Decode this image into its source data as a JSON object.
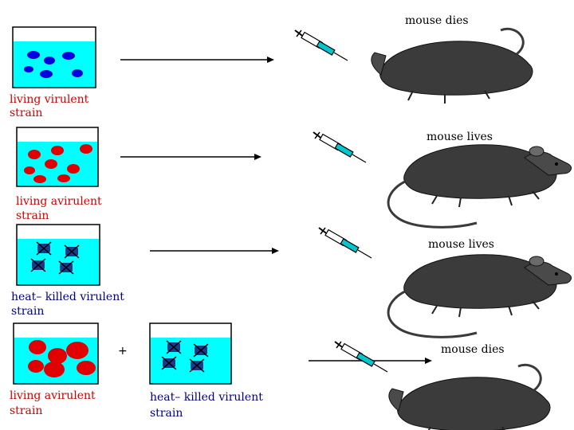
{
  "colors": {
    "liquid": "#00ffff",
    "virulent_cell": "#0000e0",
    "avirulent_cell": "#e00000",
    "killed_cell": "#1a3a8a",
    "label_red": "#d00000",
    "label_blue": "#000080",
    "mouse_fur": "#3a3a3a"
  },
  "rows": [
    {
      "label_line1": "living virulent",
      "label_line2": "strain",
      "outcome": "mouse dies"
    },
    {
      "label_line1": "living avirulent",
      "label_line2": "strain",
      "outcome": "mouse lives"
    },
    {
      "label_line1": "heat– killed virulent",
      "label_line2": "strain",
      "outcome": "mouse lives"
    },
    {
      "label_line1": "living avirulent",
      "label_line2": "strain",
      "outcome": "mouse dies"
    }
  ],
  "mixture": {
    "plus": "+",
    "label_line1": "heat– killed virulent",
    "label_line2": "strain"
  },
  "icons": [
    "beaker-icon",
    "arrow-icon",
    "syringe-icon",
    "mouse-icon"
  ]
}
